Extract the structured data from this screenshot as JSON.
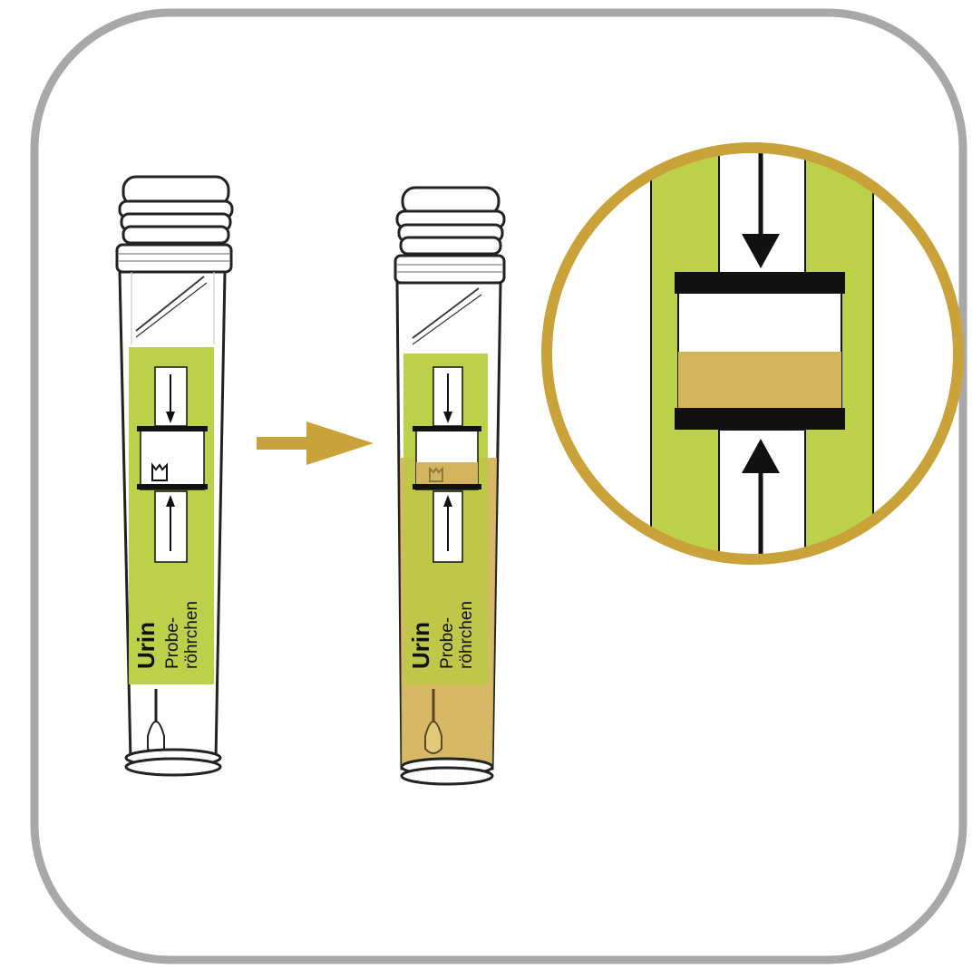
{
  "tube_before": {
    "label_title": "Urin",
    "label_line1": "Probe-",
    "label_line2": "röhrchen",
    "fill_level": 0
  },
  "tube_after": {
    "label_title": "Urin",
    "label_line1": "Probe-",
    "label_line2": "röhrchen",
    "fill_level": 1
  },
  "colors": {
    "frame": "#a8a8a8",
    "label_green": "#bdd04a",
    "urine": "#d4b45f",
    "accent_gold": "#c9a23a",
    "marker_black": "#111111",
    "outline": "#222222"
  },
  "icons": {
    "arrow": "right-arrow-icon",
    "zoom": "magnifier-circle-icon"
  }
}
